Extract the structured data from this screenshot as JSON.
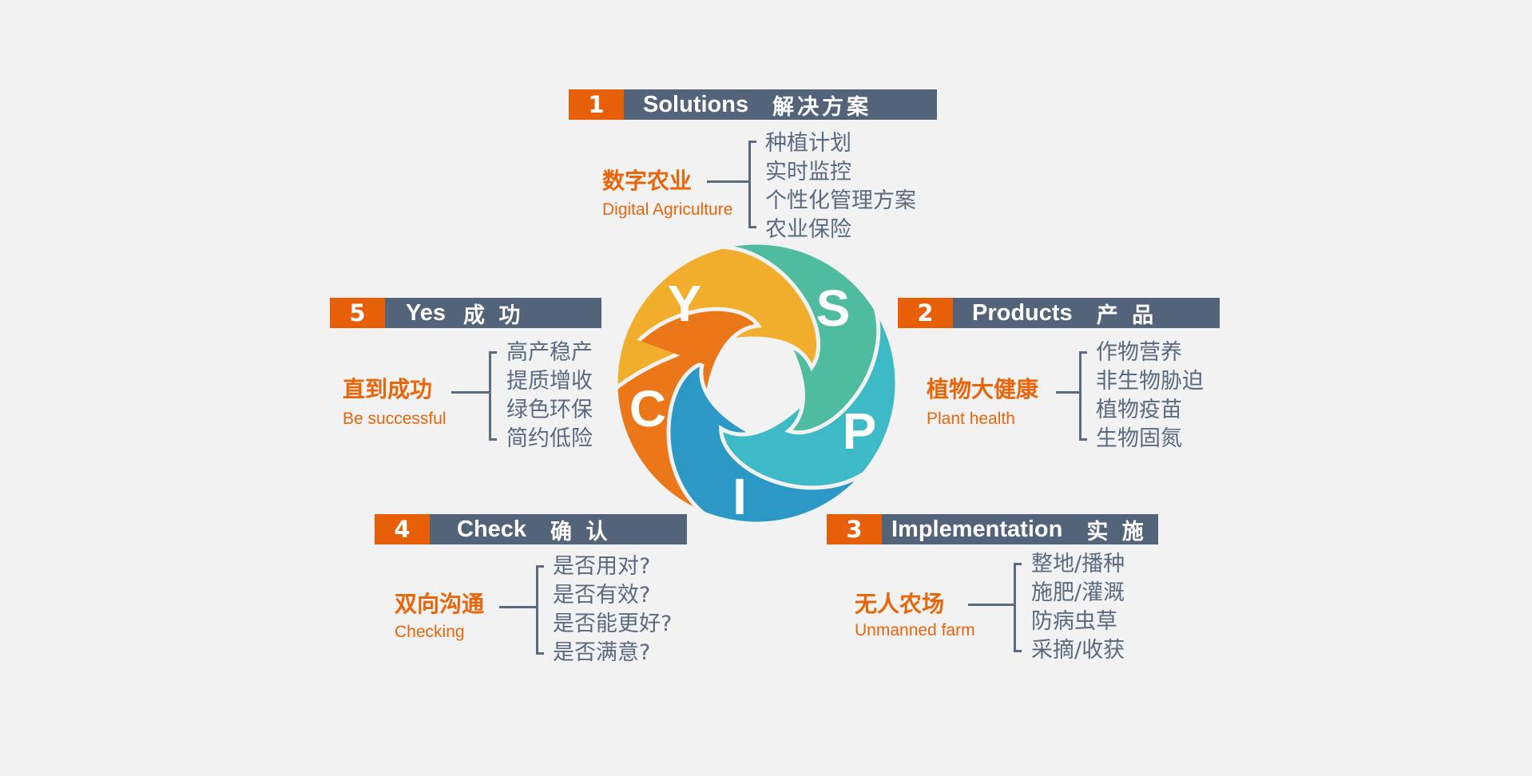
{
  "cycle": {
    "letters": [
      "Y",
      "S",
      "P",
      "I",
      "C"
    ],
    "colors": {
      "Y": "#f0ae2c",
      "S": "#4fbb9f",
      "P": "#3dbac6",
      "I": "#2b98c5",
      "C": "#ec7718"
    }
  },
  "sections": [
    {
      "num": "1",
      "en": "Solutions",
      "zh": "解决方案",
      "main": "数字农业",
      "sub": "Digital Agriculture",
      "items": [
        "种植计划",
        "实时监控",
        "个性化管理方案",
        "农业保险"
      ]
    },
    {
      "num": "2",
      "en": "Products",
      "zh": "产 品",
      "main": "植物大健康",
      "sub": "Plant health",
      "items": [
        "作物营养",
        "非生物胁迫",
        "植物疫苗",
        "生物固氮"
      ]
    },
    {
      "num": "3",
      "en": "Implementation",
      "zh": "实 施",
      "main": "无人农场",
      "sub": "Unmanned farm",
      "items": [
        "整地/播种",
        "施肥/灌溉",
        "防病虫草",
        "采摘/收获"
      ]
    },
    {
      "num": "4",
      "en": "Check",
      "zh": "确 认",
      "main": "双向沟通",
      "sub": "Checking",
      "items": [
        "是否用对?",
        "是否有效?",
        "是否能更好?",
        "是否满意?"
      ]
    },
    {
      "num": "5",
      "en": "Yes",
      "zh": "成 功",
      "main": "直到成功",
      "sub": "Be successful",
      "items": [
        "高产稳产",
        "提质增收",
        "绿色环保",
        "简约低险"
      ]
    }
  ],
  "theme": {
    "accent": "#e85f0a",
    "header_bg": "#53647a",
    "item_text": "#5a6a80",
    "label": "#e8650a"
  }
}
